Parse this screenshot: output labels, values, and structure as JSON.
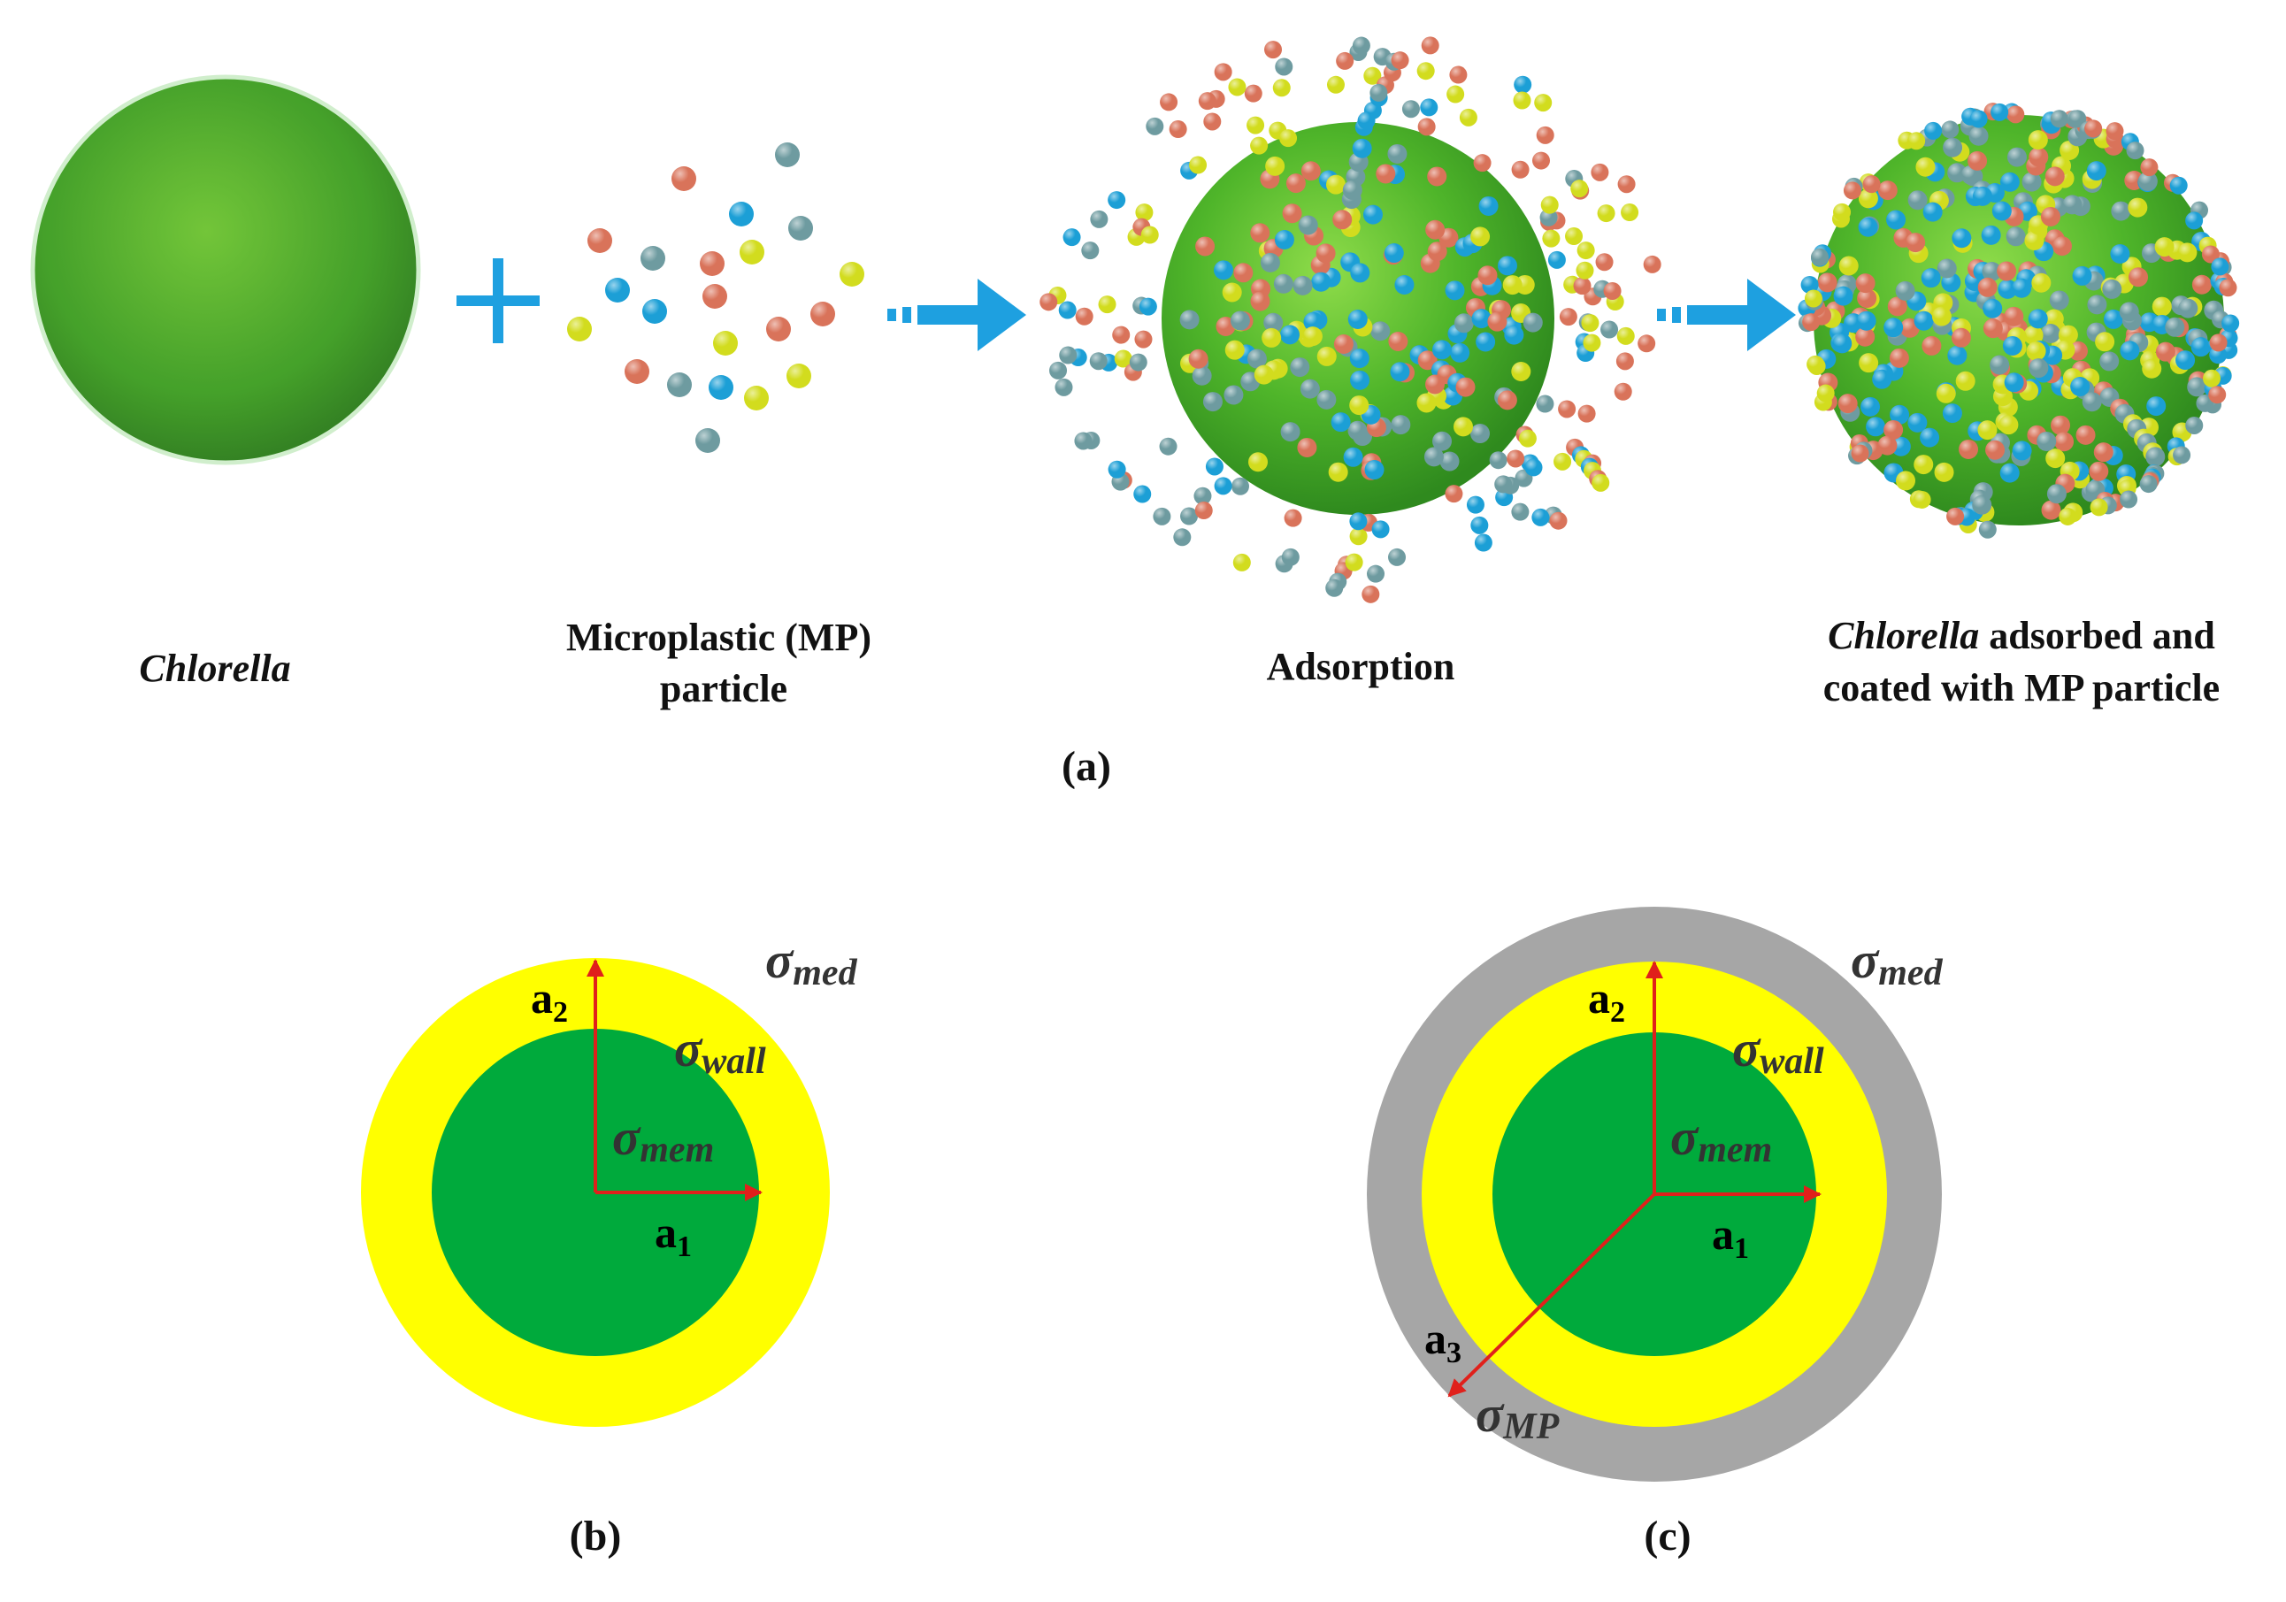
{
  "panel_a": {
    "chlorella_label": "Chlorella",
    "mp_label_line1": "Microplastic (MP)",
    "mp_label_line2": "particle",
    "adsorption_label": "Adsorption",
    "coated_label_line1_italic": "Chlorella",
    "coated_label_line1_rest": " adsorbed and",
    "coated_label_line2": "coated with MP particle",
    "caption": "(a)"
  },
  "panel_b": {
    "sigma_med": "σ",
    "sub_med": "med",
    "sigma_wall": "σ",
    "sub_wall": "wall",
    "sigma_mem": "σ",
    "sub_mem": "mem",
    "a2": "a",
    "a2_sub": "2",
    "a1": "a",
    "a1_sub": "1",
    "caption": "(b)"
  },
  "panel_c": {
    "sigma_med": "σ",
    "sub_med": "med",
    "sigma_wall": "σ",
    "sub_wall": "wall",
    "sigma_mem": "σ",
    "sub_mem": "mem",
    "sigma_mp": "σ",
    "sub_mp": "MP",
    "a2": "a",
    "a2_sub": "2",
    "a1": "a",
    "a1_sub": "1",
    "a3": "a",
    "a3_sub": "3",
    "caption": "(c)"
  },
  "colors": {
    "cell_green": "#00aa3c",
    "wall_yellow": "#ffff00",
    "mp_gray": "#a6a6a6",
    "arrow_red": "#e0201b",
    "flow_arrow_blue": "#1ea0e0",
    "particle_orange": "#d9735a",
    "particle_blue": "#1c9fd6",
    "particle_teal": "#6e9ba0",
    "particle_yellow": "#d2dc1e"
  }
}
